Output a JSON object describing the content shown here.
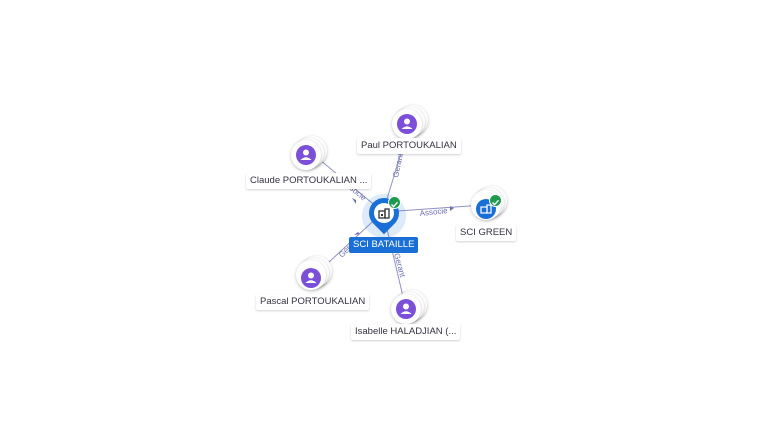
{
  "graph": {
    "center": {
      "name": "SCI BATAILLE"
    },
    "nodes": [
      {
        "id": "paul",
        "name": "Paul PORTOUKALIAN",
        "kind": "person"
      },
      {
        "id": "claude",
        "name": "Claude PORTOUKALIAN ...",
        "kind": "person"
      },
      {
        "id": "green",
        "name": "SCI GREEN",
        "kind": "company"
      },
      {
        "id": "pascal",
        "name": "Pascal PORTOUKALIAN",
        "kind": "person"
      },
      {
        "id": "isabelle",
        "name": "Isabelle HALADJIAN (...",
        "kind": "person"
      }
    ],
    "edge_labels": {
      "paul": "Gerant",
      "claude": "Associe",
      "green": "Associé",
      "pascal": "Gérant",
      "isabelle": "Gerant"
    }
  },
  "colors": {
    "accent": "#1a6fd6",
    "person": "#7c4fd9",
    "verified": "#1e9b4f",
    "edge": "#8f93c4"
  }
}
